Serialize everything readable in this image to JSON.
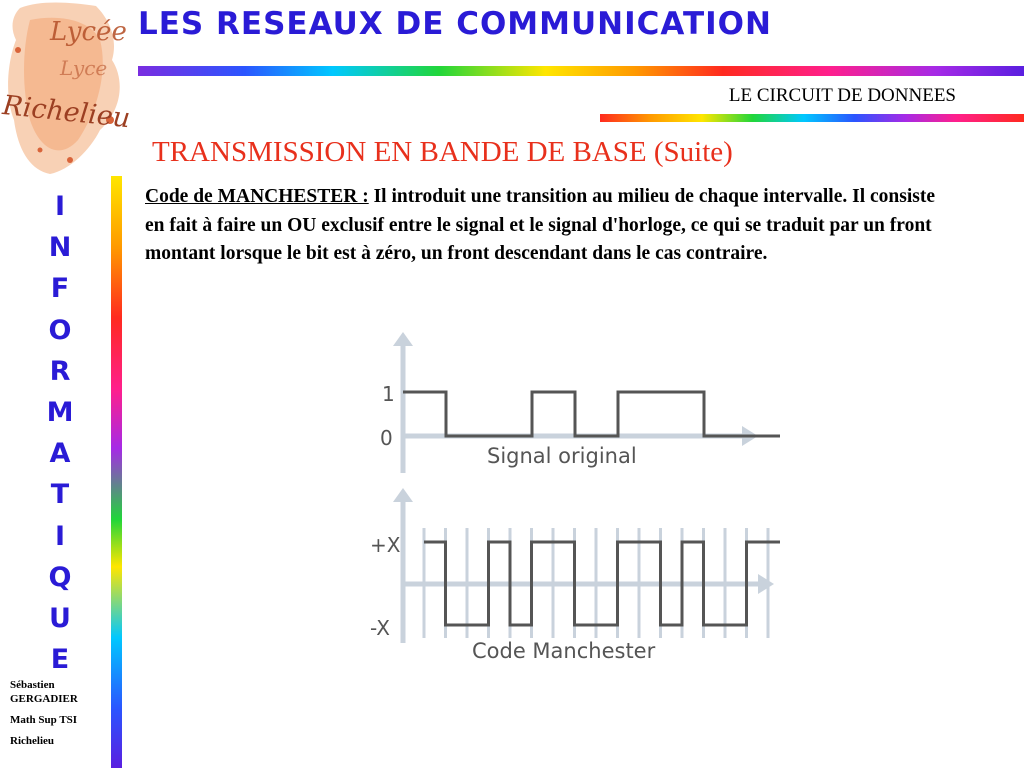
{
  "header": {
    "title": "LES RESEAUX DE COMMUNICATION",
    "subtitle": "LE CIRCUIT DE DONNEES"
  },
  "logo": {
    "text": "Lycée Richelieu"
  },
  "sidebar": {
    "word": "INFORMATIQUE",
    "author": {
      "first_name": "Sébastien",
      "last_name": "GERGADIER",
      "course": "Math Sup TSI",
      "school": "Richelieu"
    }
  },
  "content": {
    "section_title": "TRANSMISSION EN BANDE DE BASE (Suite)",
    "lead": "Code de MANCHESTER :",
    "body": "Il introduit une transition au milieu de chaque intervalle. Il consiste en fait à faire un OU exclusif entre le signal et le signal d'horloge, ce qui se traduit par un front montant lorsque le bit est à zéro, un front descendant dans le cas contraire."
  },
  "diagram": {
    "top": {
      "label": "Signal original",
      "high_label": "1",
      "low_label": "0",
      "bits": [
        1,
        0,
        0,
        1,
        0,
        1,
        1,
        0
      ]
    },
    "bottom": {
      "label": "Code Manchester",
      "high_label": "+X",
      "low_label": "-X"
    },
    "colors": {
      "signal": "#555555",
      "axis": "#c9d2dc"
    }
  }
}
